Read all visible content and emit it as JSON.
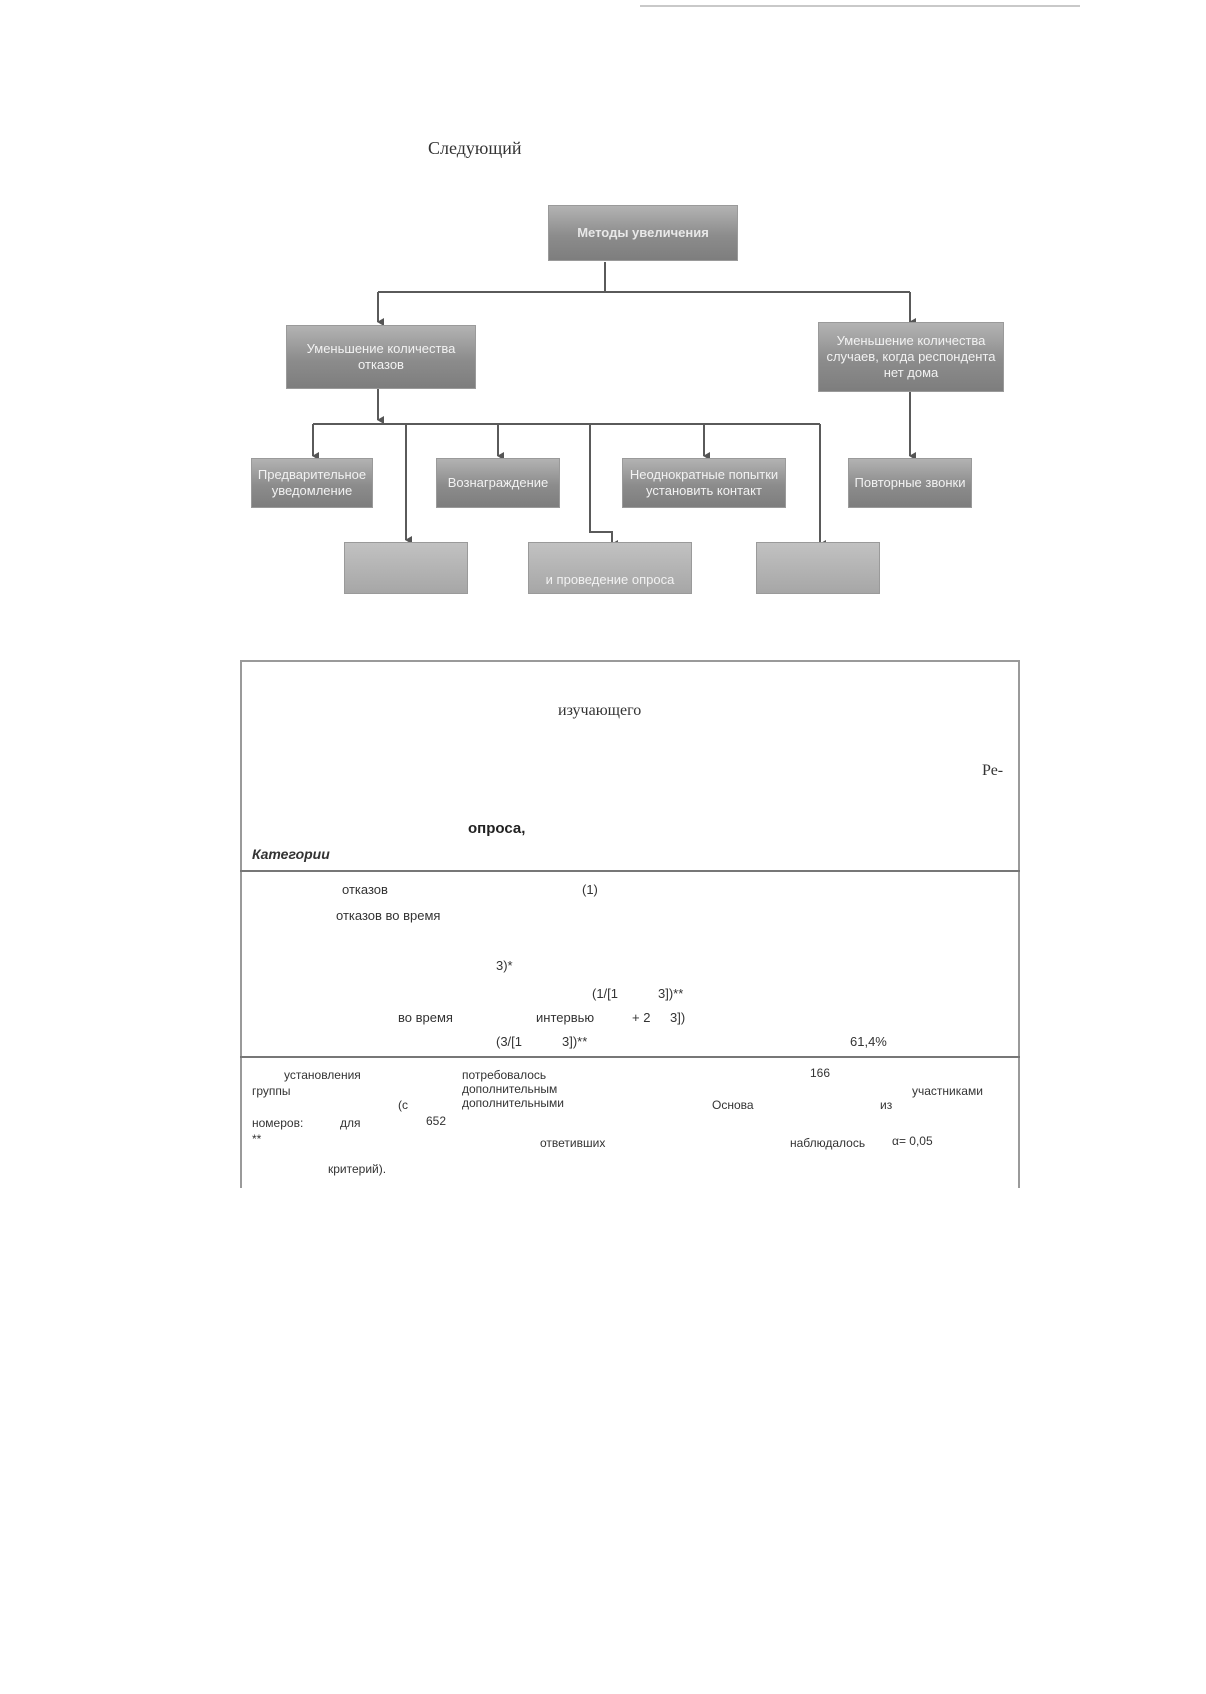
{
  "page": {
    "heading_fragment": "Следующий"
  },
  "diagram": {
    "root": "Методы увеличения",
    "left_branch": "Уменьшение количества отказов",
    "right_branch": "Уменьшение количества случаев, когда респондента нет дома",
    "row1": [
      "Предварительное уведомление",
      "Вознаграждение",
      "Неоднократные попытки установить контакт",
      "Повторные звонки"
    ],
    "row2": [
      "",
      "и проведение опроса",
      ""
    ]
  },
  "table": {
    "header": {
      "w1": "изучающего",
      "w2": "Ре-",
      "w3": "опроса,",
      "w4": "Категории"
    },
    "body": {
      "b1": "отказов",
      "b2": "(1)",
      "b3": "отказов во время",
      "b4": "3)*",
      "b5": "(1/[1",
      "b6": "3])**",
      "b7": "во время",
      "b8": "интервью",
      "b9": "+ 2",
      "b10": "3])",
      "b11": "(3/[1",
      "b12": "3])**",
      "b13": "61,4%"
    },
    "notes": {
      "n1": "установления",
      "n2": "потребовалось",
      "n3": "166",
      "n4": "группы",
      "n5": "дополнительным",
      "n6": "участниками",
      "n7": "(с",
      "n8": "дополнительными",
      "n9": "Основа",
      "n10": "из",
      "n11": "номеров:",
      "n12": "для",
      "n13": "652",
      "n14": "**",
      "n15": "ответивших",
      "n16": "наблюдалось",
      "n17": "α= 0,05",
      "n18": "критерий)."
    }
  }
}
